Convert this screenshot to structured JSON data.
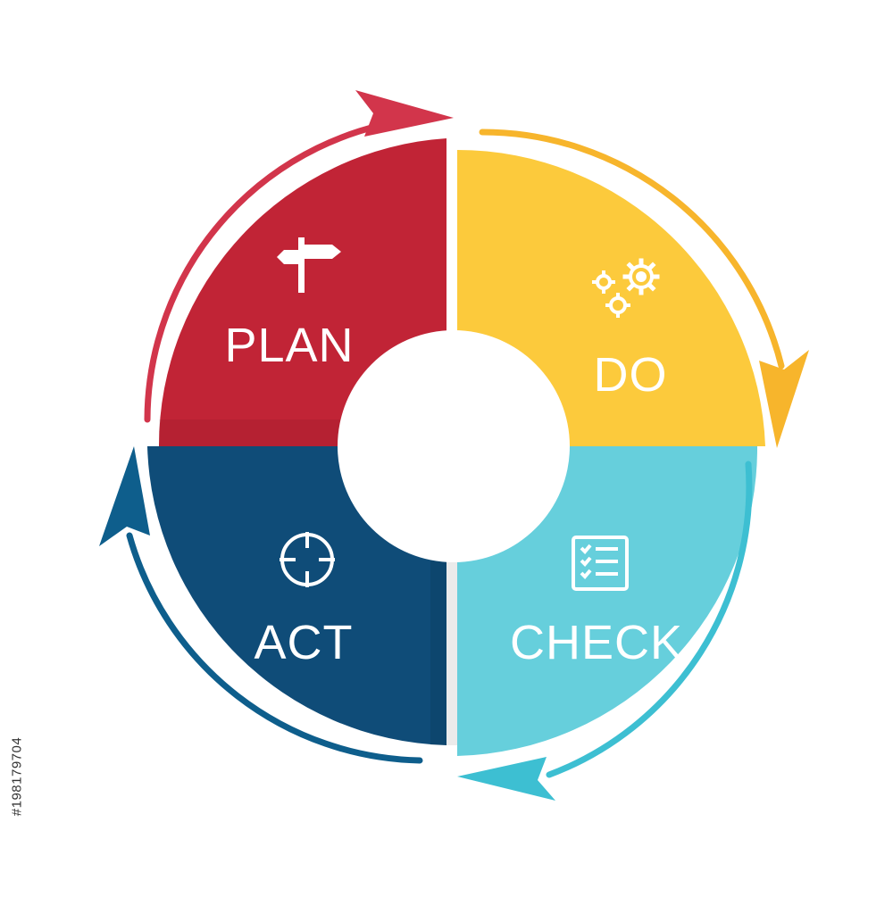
{
  "diagram": {
    "quadrants": [
      {
        "key": "plan",
        "label": "PLAN",
        "icon": "signpost-icon",
        "color": "#C12436"
      },
      {
        "key": "do",
        "label": "DO",
        "icon": "gears-icon",
        "color": "#FCCA3C"
      },
      {
        "key": "check",
        "label": "CHECK",
        "icon": "checklist-icon",
        "color": "#66CFDC"
      },
      {
        "key": "act",
        "label": "ACT",
        "icon": "crosshair-icon",
        "color": "#0F4C78"
      }
    ],
    "arrow_colors": {
      "plan": "#D2354B",
      "do": "#F7B52C",
      "check": "#3DBFD2",
      "act": "#0E5E8C"
    }
  },
  "watermark": {
    "stock_id": "#198179704"
  }
}
